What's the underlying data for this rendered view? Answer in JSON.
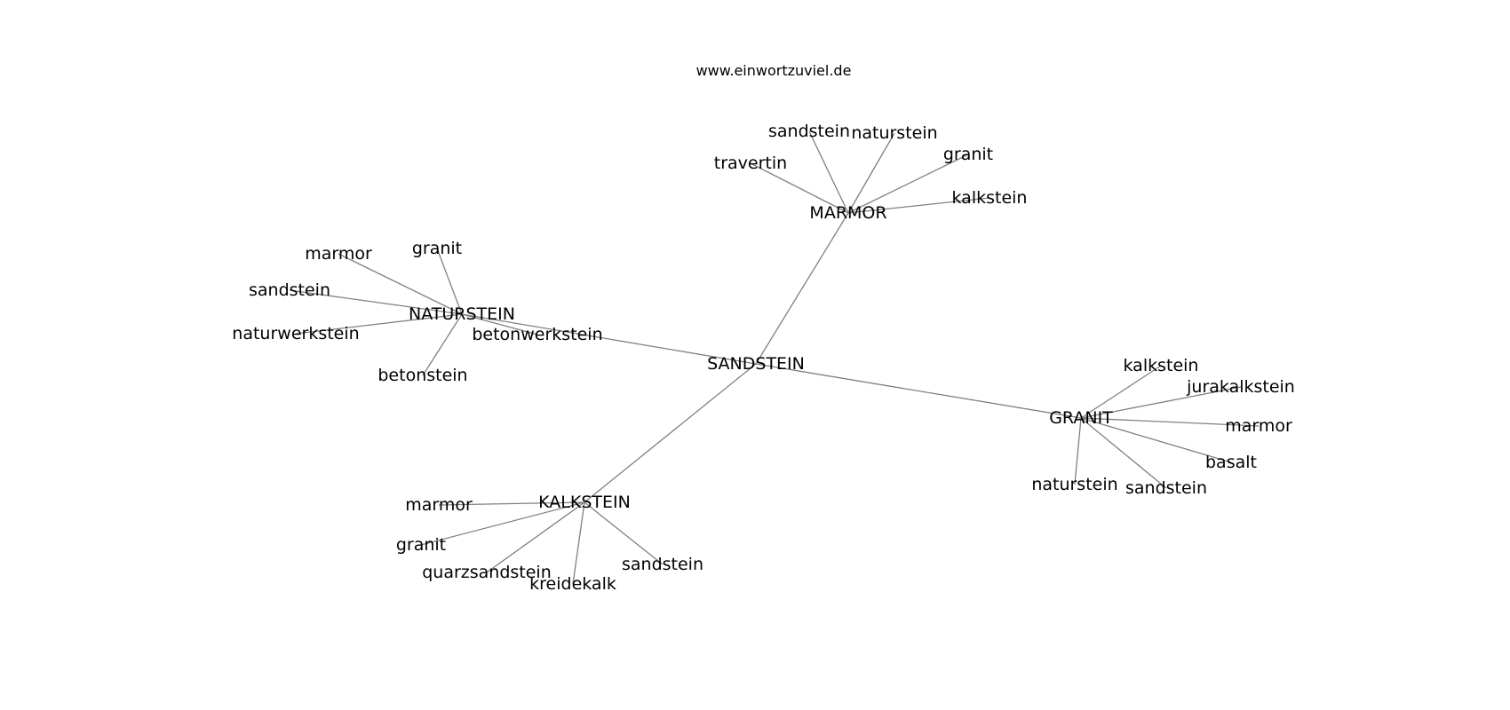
{
  "title": "www.einwortzuviel.de",
  "graph": {
    "center": "SANDSTEIN",
    "hubs": [
      {
        "name": "MARMOR",
        "leaves": [
          "travertin",
          "sandstein",
          "naturstein",
          "granit",
          "kalkstein"
        ]
      },
      {
        "name": "NATURSTEIN",
        "leaves": [
          "marmor",
          "granit",
          "sandstein",
          "naturwerkstein",
          "betonstein",
          "betonwerkstein"
        ]
      },
      {
        "name": "KALKSTEIN",
        "leaves": [
          "marmor",
          "granit",
          "quarzsandstein",
          "kreidekalk",
          "sandstein"
        ]
      },
      {
        "name": "GRANIT",
        "leaves": [
          "kalkstein",
          "jurakalkstein",
          "marmor",
          "basalt",
          "sandstein",
          "naturstein"
        ]
      }
    ]
  }
}
